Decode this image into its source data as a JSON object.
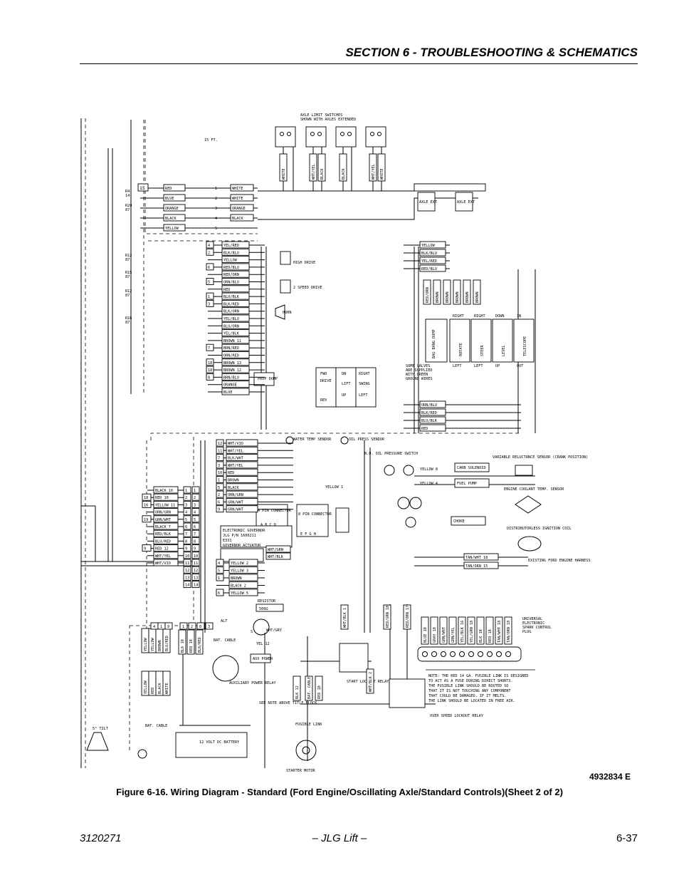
{
  "header": {
    "section_title": "SECTION 6 - TROUBLESHOOTING & SCHEMATICS"
  },
  "schematic": {
    "top_labels": [
      "AXLE LIMIT SWITCHES",
      "SHOWN WITH AXLES EXTENDED",
      "15 FT."
    ],
    "axle_switch_wires": [
      "WHITE",
      "WHT/YEL",
      "BLACK",
      "BLACK",
      "WHT/YEL",
      "WHITE"
    ],
    "axle_ext_labels": [
      "AXLE EXT",
      "AXLE EXT"
    ],
    "harness_wires": [
      {
        "num": "15",
        "color": "RED",
        "term": "1",
        "out": "WHITE"
      },
      {
        "num": "",
        "color": "BLUE",
        "term": "2",
        "out": "WHITE"
      },
      {
        "num": "",
        "color": "ORANGE",
        "term": "3",
        "out": "ORANGE"
      },
      {
        "num": "",
        "color": "BLACK",
        "term": "4",
        "out": "BLACK"
      },
      {
        "num": "",
        "color": "YELLOW",
        "term": "5",
        "out": ""
      }
    ],
    "resistor_refs": [
      "R4 14",
      "R20 87",
      "R12 87",
      "R15 87",
      "R12 87",
      "R16 87"
    ],
    "mid_wires": [
      {
        "num": "4",
        "color": "YEL/RED"
      },
      {
        "num": "2",
        "color": "BLK/BLU"
      },
      {
        "num": "",
        "color": "YELLOW"
      },
      {
        "num": "6",
        "color": "RED/BLU"
      },
      {
        "num": "",
        "color": "RED/ORN"
      },
      {
        "num": "5",
        "color": "ORN/BLU"
      },
      {
        "num": "",
        "color": "RED"
      },
      {
        "num": "1",
        "color": "BLU/BLK"
      },
      {
        "num": "3",
        "color": "BLK/RED"
      },
      {
        "num": "",
        "color": "BLK/ORN"
      },
      {
        "num": "",
        "color": "YEL/BLU"
      },
      {
        "num": "",
        "color": "BLU/ORN"
      },
      {
        "num": "",
        "color": "YEL/BLK"
      },
      {
        "num": "",
        "color": "BROWN 11"
      },
      {
        "num": "7",
        "color": "BRN/RED"
      },
      {
        "num": "",
        "color": "ORN/RED"
      },
      {
        "num": "18",
        "color": "BROWN 13"
      },
      {
        "num": "18",
        "color": "BROWN 12"
      },
      {
        "num": "8",
        "color": "BRN/BLU"
      },
      {
        "num": "",
        "color": "ORANGE"
      },
      {
        "num": "",
        "color": "BLUE"
      }
    ],
    "device_labels": [
      "HIGH DRIVE",
      "2 SPEED DRIVE",
      "HORN",
      "PROP DUMP",
      "FWD",
      "DRIVE",
      "REV",
      "DN",
      "LIFT",
      "UP",
      "RIGHT",
      "SWING",
      "LEFT"
    ],
    "valve_wires_left": [
      "YELLOW",
      "BLK/BLU",
      "YEL/RED",
      "RED/BLU"
    ],
    "valve_wires_bottom": [
      "ORN/BLU",
      "BLK/RED",
      "BLU/BLK",
      "RED"
    ],
    "valve_columns": [
      {
        "top": "RIGHT",
        "name": "ROTATE",
        "bottom": "LEFT"
      },
      {
        "top": "RIGHT",
        "name": "STEER",
        "bottom": "LEFT"
      },
      {
        "top": "DOWN",
        "name": "LEVEL",
        "bottom": "UP"
      },
      {
        "top": "IN",
        "name": "TELESCOPE",
        "bottom": "OUT"
      }
    ],
    "bang_bang_label": "BAG BANG DUMP",
    "valve_note": [
      "SOME VALVES",
      "ARE SUPPLIED",
      "WITH GREEN",
      "GROUND WIRES"
    ],
    "valve_brown_tags": [
      "RED/ORN",
      "BROWN",
      "BROWN",
      "BROWN",
      "BROWN",
      "BROWN"
    ],
    "engine_wires": [
      {
        "num": "12",
        "color": "WHT/VIO"
      },
      {
        "num": "11",
        "color": "WHT/YEL"
      },
      {
        "num": "7",
        "color": "BLK/WHT"
      },
      {
        "num": "3",
        "color": "WHT/YEL"
      },
      {
        "num": "10",
        "color": "RED"
      },
      {
        "num": "1",
        "color": "BROWN"
      },
      {
        "num": "5",
        "color": "BLACK"
      },
      {
        "num": "2",
        "color": "ORN/GRN"
      },
      {
        "num": "6",
        "color": "GRN/WHT"
      },
      {
        "num": "9",
        "color": "GRN/WHT"
      }
    ],
    "sensor_labels": [
      "WATER TEMP SENDOR",
      "OIL PRESS SENDOR",
      "N.O. OIL PRESSURE SWITCH",
      "VARIABLE RELUCTANCE SENSOR (CRANK POSITION)",
      "ENGINE COOLANT TEMP. SENSOR",
      "DISTRIBUTORLESS IGNITION COIL",
      "EXISTING FORD ENGINE HARNESS"
    ],
    "connector_labels": [
      "4 PIN CONNECTOR",
      "8 PIN CONNECTOR",
      "A B C D",
      "E F G H"
    ],
    "governor_labels": [
      "ELECTRONIC GOVERNOR",
      "JLG P/N 1600211",
      "E331",
      "GOVERNOR ACTUATOR"
    ],
    "solenoid_labels": [
      "CARB SOLENOID",
      "FUEL PUMP",
      "CHOKE"
    ],
    "solenoid_wires": [
      "YELLOW 8",
      "YELLOW 4",
      "YELLOW 1"
    ],
    "tan_wires": [
      "TAN/WHT 18",
      "TAN/ORN 15"
    ],
    "connector_pins": {
      "left": [
        "BLACK 10",
        "RED 10",
        "YELLOW 11",
        "ORN/GRN",
        "GRN/WHT",
        "BLACK 7",
        "RED/BLK",
        "BLU/RED",
        "RED 12",
        "WHT/YEL",
        "WHT/VIO"
      ],
      "left_nums": [
        "",
        "18",
        "16",
        "",
        "19",
        "",
        "",
        "",
        "9",
        "",
        ""
      ],
      "pin_numbers": [
        "1",
        "2",
        "3",
        "4",
        "5",
        "6",
        "7",
        "8",
        "9",
        "10",
        "11",
        "12",
        "13",
        "14"
      ]
    },
    "lower_wires": [
      {
        "num": "4",
        "color": "YELLOW 2"
      },
      {
        "num": "5",
        "color": "YELLOW 3"
      },
      {
        "num": "1",
        "color": "BROWN"
      },
      {
        "num": "",
        "color": "BLACK 2"
      },
      {
        "num": "6",
        "color": "YELLOW 5"
      }
    ],
    "governor_wires": [
      "WHT/GRN",
      "WHT/BLK"
    ],
    "alt_labels": [
      "RESISTOR",
      "500Ω",
      "ALT",
      "S",
      "WHT/GRY",
      "YEL 12"
    ],
    "battery_labels": [
      "BAT. CABLE",
      "AUX POWER",
      "AUXILIARY POWER RELAY",
      "BAT. CABLE",
      "12 VOLT DC BATTERY",
      "SEE NOTE ABOVE TITLE BLOCK",
      "STARTER MOTOR",
      "FUSIBLE LINK",
      "START LOCKOUT RELAY",
      "OVER SPEED LOCKOUT RELAY"
    ],
    "bottom_wire_tags": [
      "YELLOW",
      "YELLOW",
      "BROWN",
      "BLU/RED",
      "YELLOW",
      "RED",
      "BLACK",
      "WHITE",
      "BLK 10",
      "RED 10",
      "BLK/RED",
      "BLK 12",
      "BAT. CABLE",
      "RED 10",
      "WHT/BLK 1",
      "RED/GRN 18",
      "WHT/BLK 2",
      "RED/ORN 17"
    ],
    "terminal_nums": [
      "4",
      "1",
      "9",
      "1",
      "2",
      "8",
      "3"
    ],
    "plug_wires": [
      "BLUE 18",
      "GRAY 18",
      "GRN/WHT",
      "GRN/YEL",
      "YEL/BLK 16",
      "YEL/GRN 18",
      "BLK 18",
      "RED 18",
      "TAN/WHT 18",
      "TAN/ORN 18"
    ],
    "plug_label": [
      "UNIVERSAL",
      "ELECTRONIC",
      "SPARK CONTROL",
      "PLUG"
    ],
    "note_lines": [
      "NOTE:  THE RED 14 GA. FUSIBLE LINK IS DESIGNED",
      "TO ACT AS A FUSE DURING DIRECT SHORTS.",
      "THE FUSIBLE LINK SHOULD BE ROUTED SO",
      "THAT IT IS NOT TOUCHING ANY COMPONENT",
      "THAT COULD BE DAMAGED, IF IT MELTS.",
      "THE LINK SHOULD BE LOCATED IN FREE AIR."
    ],
    "ground_label": "5° TILT"
  },
  "drawing_number": "4932834 E",
  "caption": "Figure 6-16.  Wiring Diagram - Standard (Ford Engine/Oscillating Axle/Standard Controls)(Sheet 2 of 2)",
  "footer": {
    "doc_number": "3120271",
    "center": "– JLG Lift –",
    "page": "6-37"
  }
}
